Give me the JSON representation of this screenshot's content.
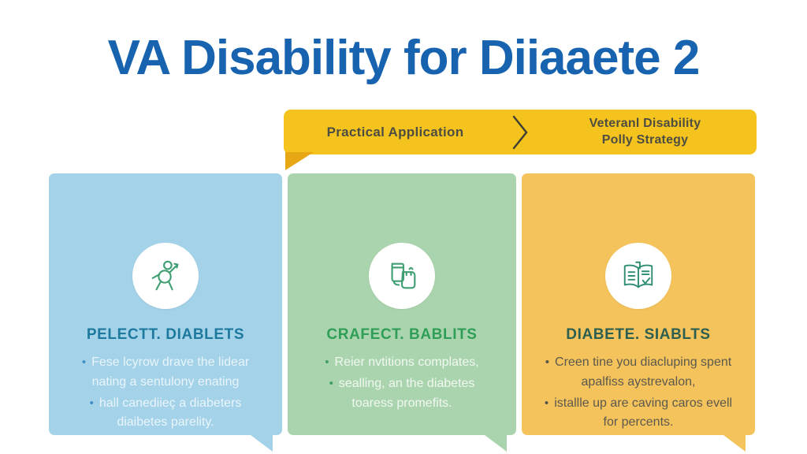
{
  "title": "VA Disability for Diiaaete 2",
  "title_color": "#1763af",
  "banner": {
    "left_label": "Practical Application",
    "right_label_line1": "Veteranl Disability",
    "right_label_line2": "Polly Strategy",
    "bg_color": "#f5c31d",
    "tail_color": "#e8a816",
    "text_color": "#4d4d42",
    "chevron_icon": "chevron-right-icon"
  },
  "cards": [
    {
      "icon": "exercising-person-icon",
      "heading": "PELECTT. DIABLETS",
      "bullets": [
        "Fese lcyrow drave the lidear nating a sentulony enating",
        "hall canediieç a diabeters diaibetes parelity."
      ],
      "bg_color": "#a3d2e9",
      "heading_color": "#1d7a9e",
      "text_color": "#eaf5fb",
      "bullet_dot_color": "#3f8fc2"
    },
    {
      "icon": "glass-and-tag-icon",
      "heading": "CRAFECT. BABLITS",
      "bullets": [
        "Reier nvtitions complates,",
        "sealling, an the diabetes toaress promefits."
      ],
      "bg_color": "#aad4ae",
      "heading_color": "#2f9e57",
      "text_color": "#f1f8f1",
      "bullet_dot_color": "#3fa065"
    },
    {
      "icon": "open-book-checklist-icon",
      "heading": "DIABETE. SIABLTS",
      "bullets": [
        "Creen tine you diacluping spent apalfiss aystrevalon,",
        "istallle up are caving caros evell for percents."
      ],
      "bg_color": "#f4c35b",
      "heading_color": "#2d5f50",
      "text_color": "#5c594e",
      "bullet_dot_color": "#57544a"
    }
  ]
}
